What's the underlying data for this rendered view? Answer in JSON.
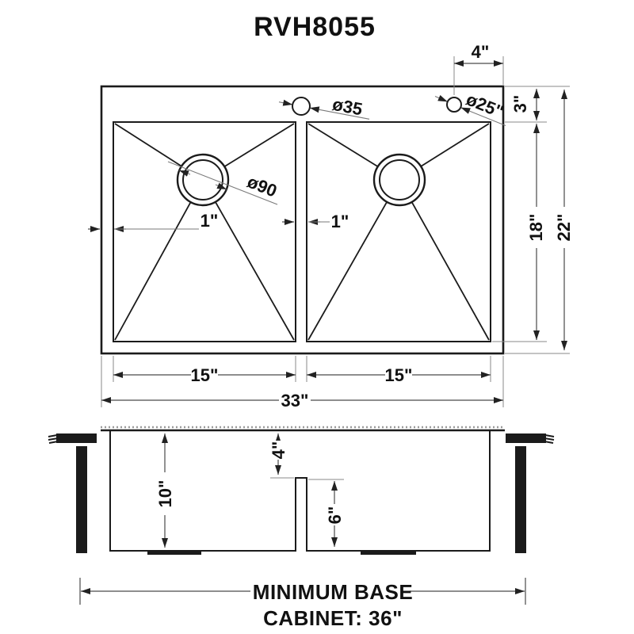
{
  "title": "RVH8055",
  "top_view": {
    "faucet_offset_x": "4\"",
    "faucet_offset_y": "3\"",
    "hole_35": "ø35",
    "hole_25": "ø25\"",
    "drain_90": "ø90",
    "bowl_depth": "18\"",
    "overall_depth": "22\"",
    "rim": "1\"",
    "divider": "1\"",
    "bowl_left": "15\"",
    "bowl_right": "15\"",
    "overall_width": "33\""
  },
  "side_view": {
    "bowl_depth": "10\"",
    "divider_offset": "4\"",
    "divider_height": "6\""
  },
  "footer": {
    "line1": "MINIMUM BASE",
    "line2": "CABINET: 36\""
  }
}
